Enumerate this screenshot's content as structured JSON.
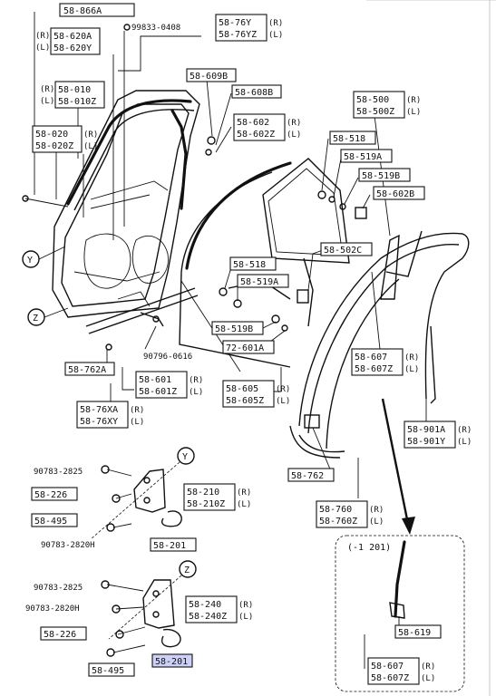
{
  "labels": {
    "l_866A": "58-866A",
    "l_99833": "99833-0408",
    "l_76Y": "58-76Y",
    "l_76YZ": "58-76YZ",
    "l_620A": "58-620A",
    "l_620Y": "58-620Y",
    "l_609B": "58-609B",
    "l_608B": "58-608B",
    "l_010": "58-010",
    "l_010Z": "58-010Z",
    "l_020": "58-020",
    "l_020Z": "58-020Z",
    "l_602": "58-602",
    "l_602Z": "58-602Z",
    "l_500": "58-500",
    "l_500Z": "58-500Z",
    "l_518a": "58-518",
    "l_519A": "58-519A",
    "l_519Bb": "58-519B",
    "l_602B": "58-602B",
    "l_502C": "58-502C",
    "l_518b": "58-518",
    "l_519A2": "58-519A",
    "l_519B2": "58-519B",
    "l_601A": "72-601A",
    "l_90796": "90796-0616",
    "l_762A": "58-762A",
    "l_601": "58-601",
    "l_601Z": "58-601Z",
    "l_605": "58-605",
    "l_605Z": "58-605Z",
    "l_76XA": "58-76XA",
    "l_76XY": "58-76XY",
    "l_607": "58-607",
    "l_607Z": "58-607Z",
    "l_901A": "58-901A",
    "l_901Y": "58-901Y",
    "l_762": "58-762",
    "l_760": "58-760",
    "l_760Z": "58-760Z",
    "l_2825a": "90783-2825",
    "l_226a": "58-226",
    "l_495a": "58-495",
    "l_210": "58-210",
    "l_210Z": "58-210Z",
    "l_2820H": "90783-2820H",
    "l_201a": "58-201",
    "l_2825b": "90783-2825",
    "l_2820Hb": "90783-2820H",
    "l_240": "58-240",
    "l_240Z": "58-240Z",
    "l_226b": "58-226",
    "l_495b": "58-495",
    "l_201b": "58-201",
    "l_619": "58-619",
    "l_607b": "58-607",
    "l_607Zb": "58-607Z",
    "inset_title": "(-1 201)",
    "callout_y": "Y",
    "callout_z": "Z",
    "side_r": "(R)",
    "side_l": "(L)"
  },
  "highlight_color": "#cdd0f7"
}
